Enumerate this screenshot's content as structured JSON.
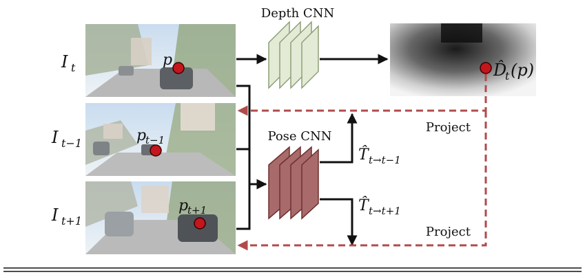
{
  "depth_cnn": {
    "title": "Depth CNN"
  },
  "pose_cnn": {
    "title": "Pose CNN"
  },
  "frames": [
    {
      "label_main": "I",
      "label_sub": "t",
      "point_main": "p",
      "point_sub": ""
    },
    {
      "label_main": "I",
      "label_sub": "t−1",
      "point_main": "p",
      "point_sub": "t−1"
    },
    {
      "label_main": "I",
      "label_sub": "t+1",
      "point_main": "p",
      "point_sub": "t+1"
    }
  ],
  "depth_output": {
    "label_main": "D̂",
    "label_sub": "t",
    "label_arg": "(p)"
  },
  "pose_outputs": [
    {
      "main": "T̂",
      "sub": "t→t−1"
    },
    {
      "main": "T̂",
      "sub": "t→t+1"
    }
  ],
  "project_labels": [
    "Project",
    "Project"
  ],
  "colors": {
    "depth_layer_fill": "#e3ead6",
    "depth_layer_stroke": "#8f9e76",
    "pose_layer_fill": "#a86a6a",
    "pose_layer_stroke": "#6e2f2f",
    "dashed_arrow": "#b24a4a",
    "point_fill": "#c4161c",
    "point_stroke": "#3a0000"
  }
}
